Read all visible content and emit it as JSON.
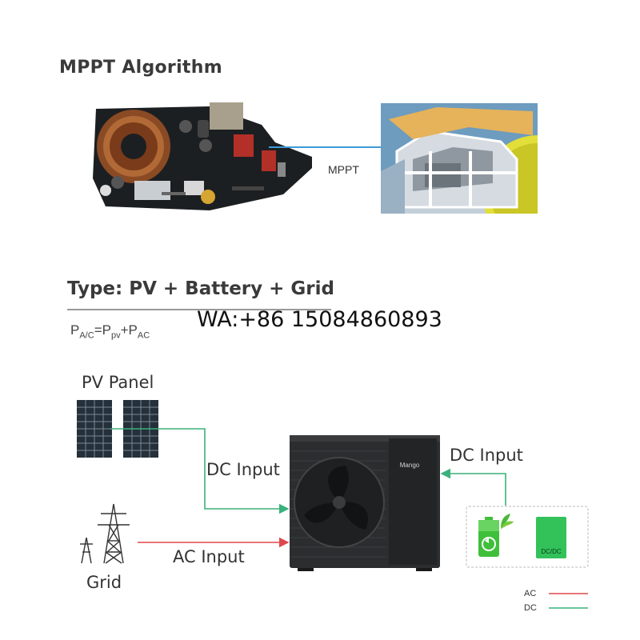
{
  "mppt": {
    "title": "MPPT Algorithm",
    "connector_label": "MPPT"
  },
  "type_section": {
    "title": "Type: PV + Battery + Grid",
    "formula": {
      "lhs": "P",
      "lhs_sub": "A/C",
      "eq": "=P",
      "pv_sub": "pv",
      "plus": "+P",
      "ac_sub": "AC"
    }
  },
  "watermark": "WA:+86 15084860893",
  "diagram": {
    "pv_panel_label": "PV Panel",
    "dc_input_left_label": "DC Input",
    "dc_input_right_label": "DC Input",
    "ac_input_label": "AC Input",
    "grid_label": "Grid",
    "dcdc_label": "DC/DC",
    "brand_logo_text": "Mango"
  },
  "legend": {
    "ac_label": "AC",
    "dc_label": "DC"
  },
  "colors": {
    "ac_line": "#e0474c",
    "dc_line": "#3ab07a",
    "mppt_connector": "#3d9ad6",
    "battery_green": "#3fbf3a",
    "dcdc_green": "#33c15a"
  }
}
